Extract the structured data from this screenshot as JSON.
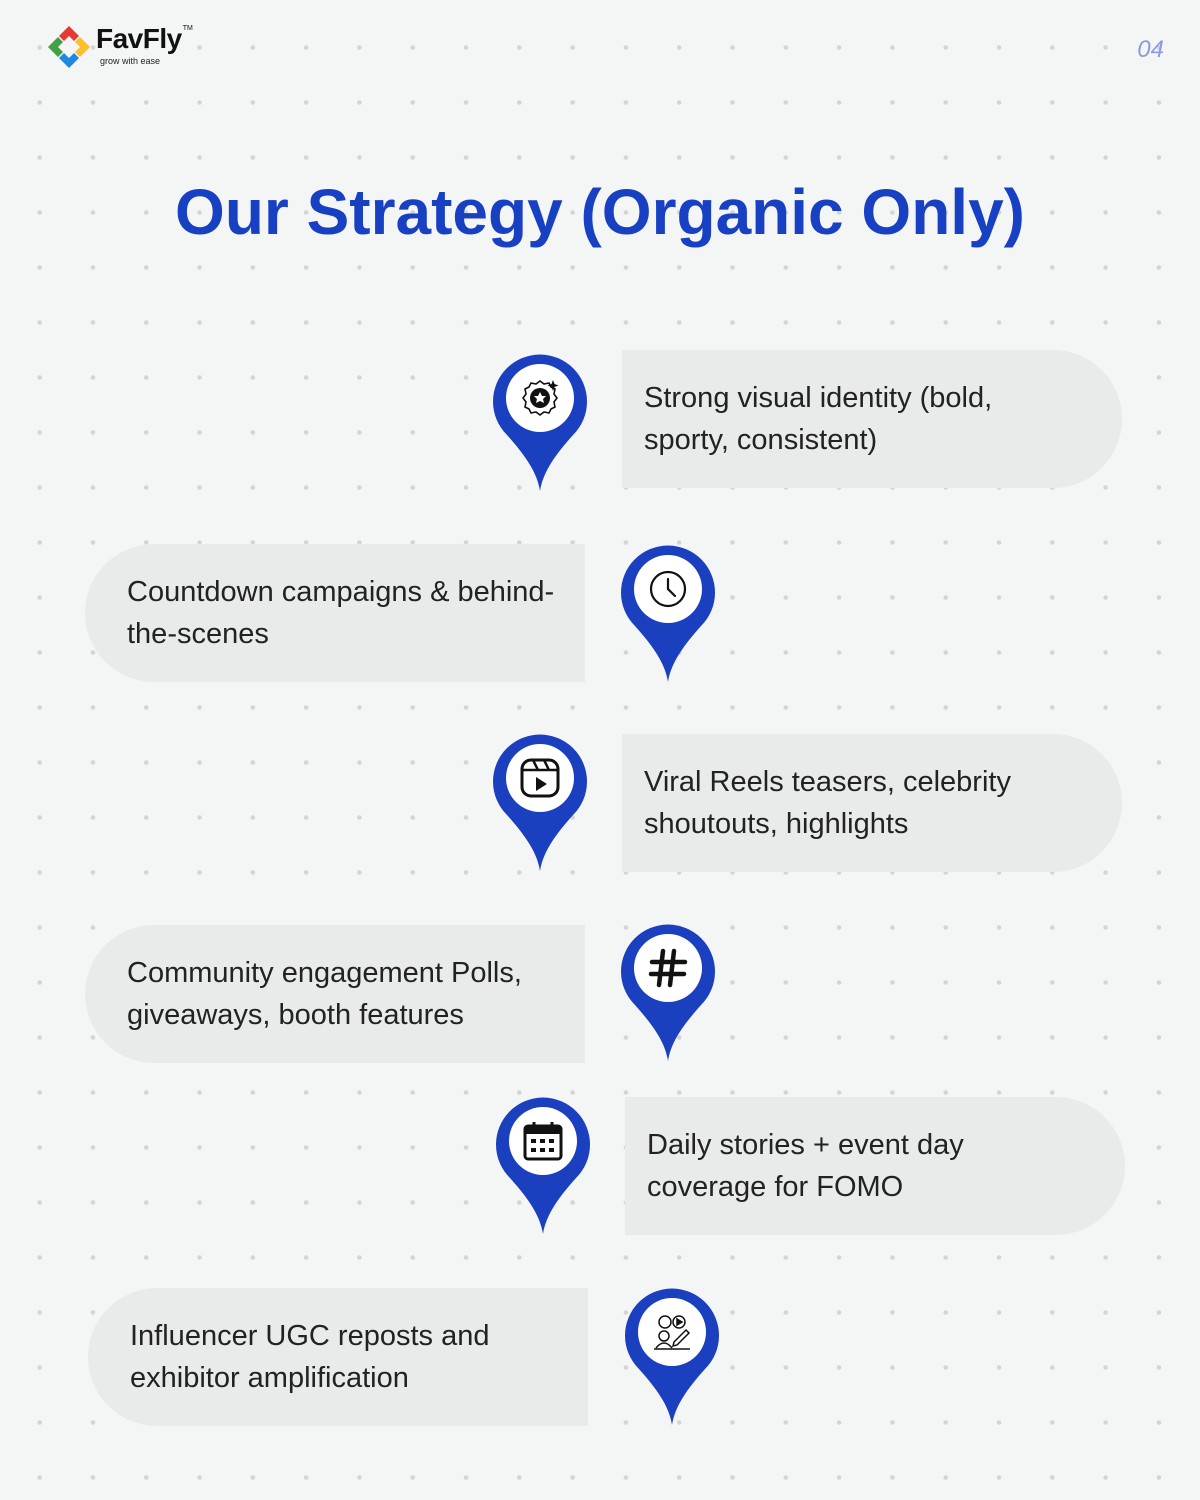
{
  "header": {
    "brand": "FavFly",
    "trademark": "TM",
    "tagline": "grow with ease",
    "page_number": "04"
  },
  "title": "Our Strategy (Organic Only)",
  "colors": {
    "accent": "#1740c2",
    "card": "#e9eaea",
    "pin": "#1a3fbf"
  },
  "items": [
    {
      "text": "Strong visual identity (bold, sporty, consistent)",
      "icon": "badge-star-icon"
    },
    {
      "text": "Countdown campaigns & behind-the-scenes",
      "icon": "clock-icon"
    },
    {
      "text": "Viral Reels  teasers, celebrity shoutouts,  highlights",
      "icon": "reels-icon"
    },
    {
      "text": "Community engagement  Polls, giveaways, booth features",
      "icon": "hashtag-icon"
    },
    {
      "text": "Daily stories + event day coverage for FOMO",
      "icon": "calendar-icon"
    },
    {
      "text": "Influencer UGC reposts and exhibitor amplification",
      "icon": "influencer-content-icon"
    }
  ]
}
